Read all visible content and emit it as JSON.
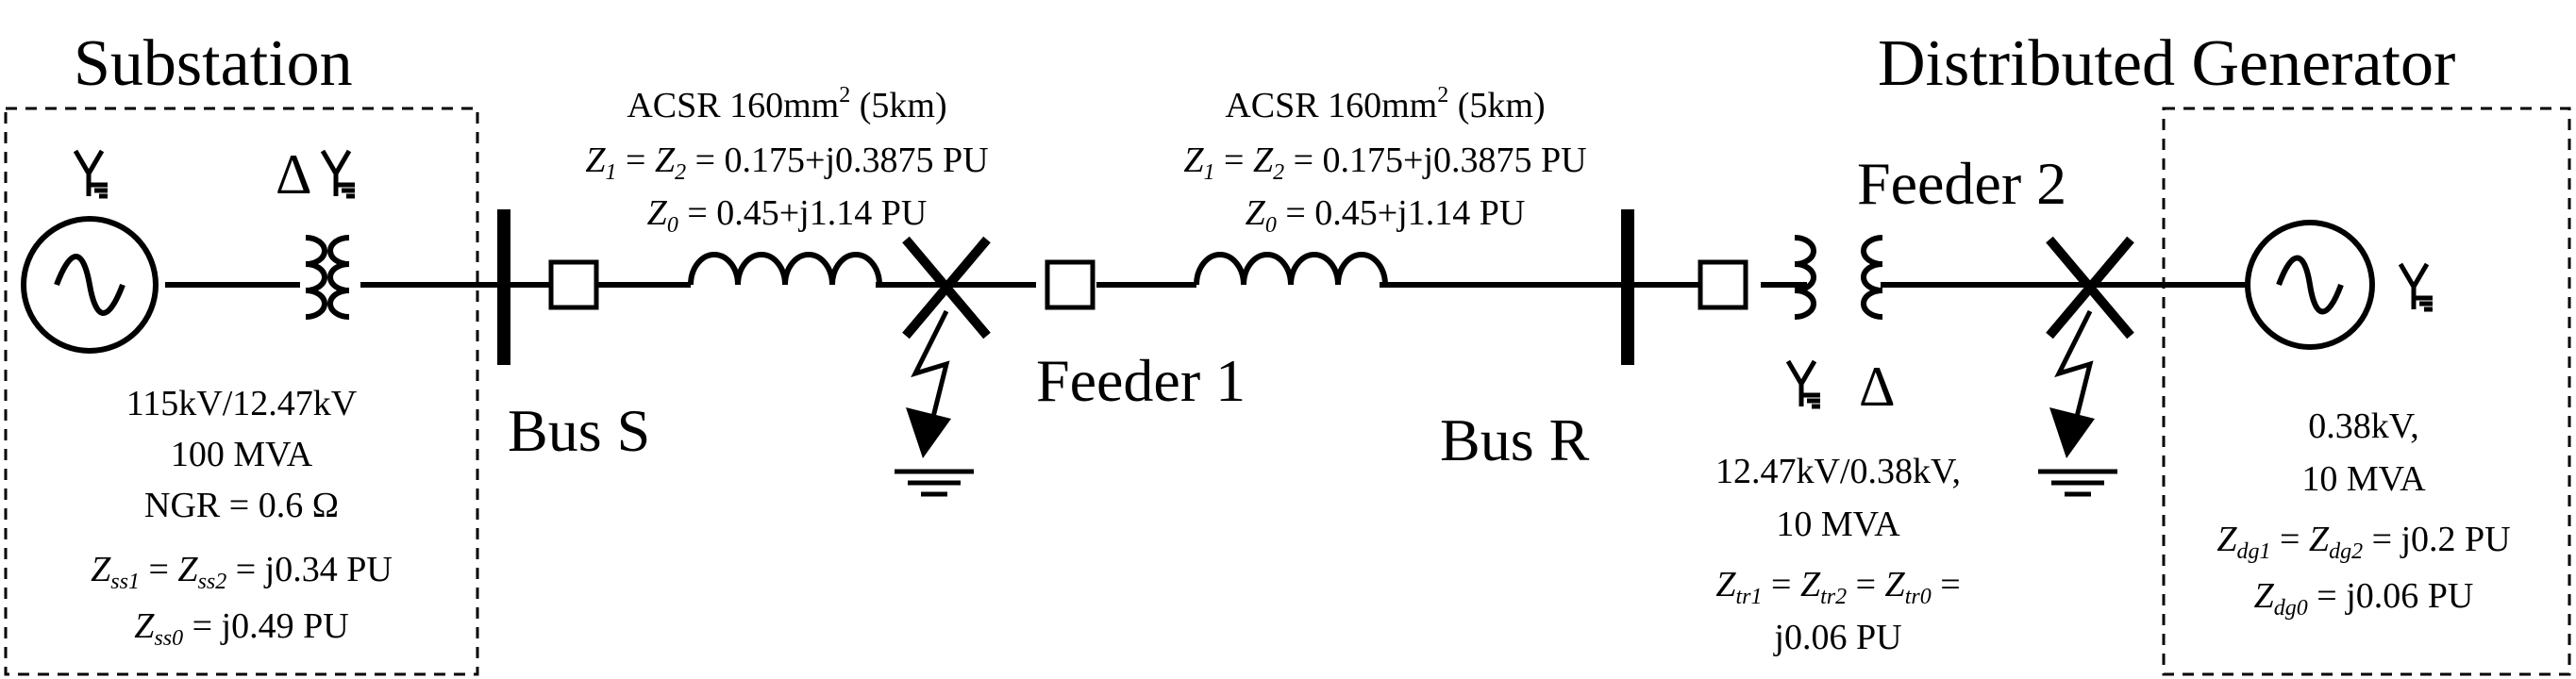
{
  "titles": {
    "substation": "Substation",
    "distributed_generator": "Distributed Generator"
  },
  "labels": {
    "feeder1": "Feeder 1",
    "feeder2": "Feeder 2",
    "bus_s": "Bus S",
    "bus_r": "Bus R"
  },
  "line1": {
    "cable_prefix": "ACSR 160mm",
    "cable_sup": "2",
    "cable_suffix": " (5km)",
    "z1_sym": "Z",
    "z1_sub": "1",
    "eq1": " = ",
    "z2_sym": "Z",
    "z2_sub": "2",
    "z12_val": " = 0.175+j0.3875 PU",
    "z0_sym": "Z",
    "z0_sub": "0",
    "z0_val": " = 0.45+j1.14 PU"
  },
  "line2": {
    "cable_prefix": "ACSR 160mm",
    "cable_sup": "2",
    "cable_suffix": " (5km)",
    "z1_sym": "Z",
    "z1_sub": "1",
    "eq1": " = ",
    "z2_sym": "Z",
    "z2_sub": "2",
    "z12_val": " = 0.175+j0.3875 PU",
    "z0_sym": "Z",
    "z0_sub": "0",
    "z0_val": " = 0.45+j1.14 PU"
  },
  "substation": {
    "voltage": "115kV/12.47kV",
    "rating": "100 MVA",
    "ngr": "NGR = 0.6 Ω",
    "zss1_sym": "Z",
    "zss1_sub": "ss1",
    "eq": " = ",
    "zss2_sym": "Z",
    "zss2_sub": "ss2",
    "zss12_val": " = j0.34 PU",
    "zss0_sym": "Z",
    "zss0_sub": "ss0",
    "zss0_val": " = j0.49 PU"
  },
  "transformer_dg": {
    "voltage": "12.47kV/0.38kV,",
    "rating": "10 MVA",
    "ztr1_sym": "Z",
    "ztr1_sub": "tr1",
    "eq": " = ",
    "ztr2_sym": "Z",
    "ztr2_sub": "tr2",
    "eq2": " = ",
    "ztr0_sym": "Z",
    "ztr0_sub": "tr0",
    "eq3": " =",
    "value": "j0.06 PU"
  },
  "generator_dg": {
    "voltage": "0.38kV,",
    "rating": "10 MVA",
    "zdg1_sym": "Z",
    "zdg1_sub": "dg1",
    "eq": " = ",
    "zdg2_sym": "Z",
    "zdg2_sub": "dg2",
    "zdg12_val": " = j0.2 PU",
    "zdg0_sym": "Z",
    "zdg0_sub": "dg0",
    "zdg0_val": " = j0.06 PU"
  },
  "symbols": {
    "delta": "Δ"
  },
  "colors": {
    "stroke": "#000000",
    "background": "#ffffff"
  }
}
